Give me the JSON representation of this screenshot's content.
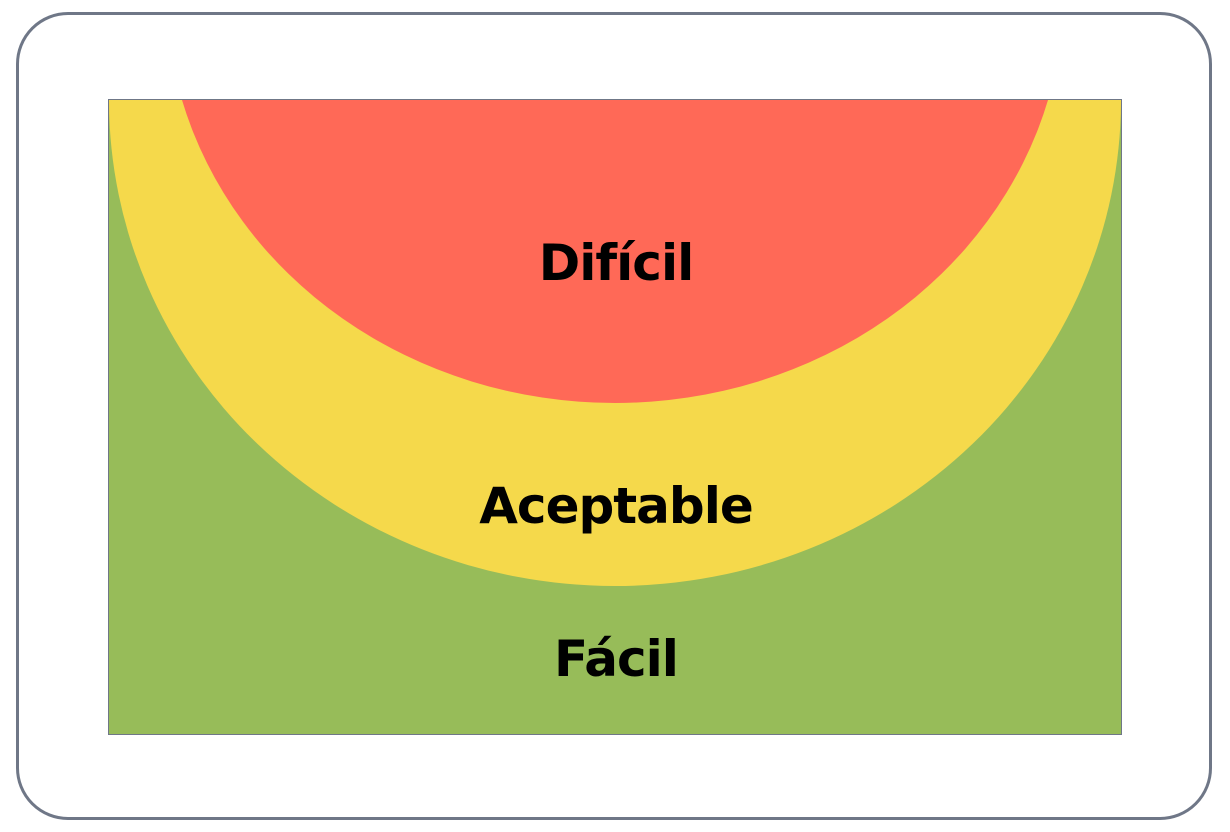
{
  "diagram": {
    "zones": [
      {
        "id": "hard",
        "label": "Difícil",
        "color": "#ff6957"
      },
      {
        "id": "ok",
        "label": "Aceptable",
        "color": "#f5d94b"
      },
      {
        "id": "easy",
        "label": "Fácil",
        "color": "#97bc59"
      }
    ],
    "frame_color": "#6f7787"
  }
}
